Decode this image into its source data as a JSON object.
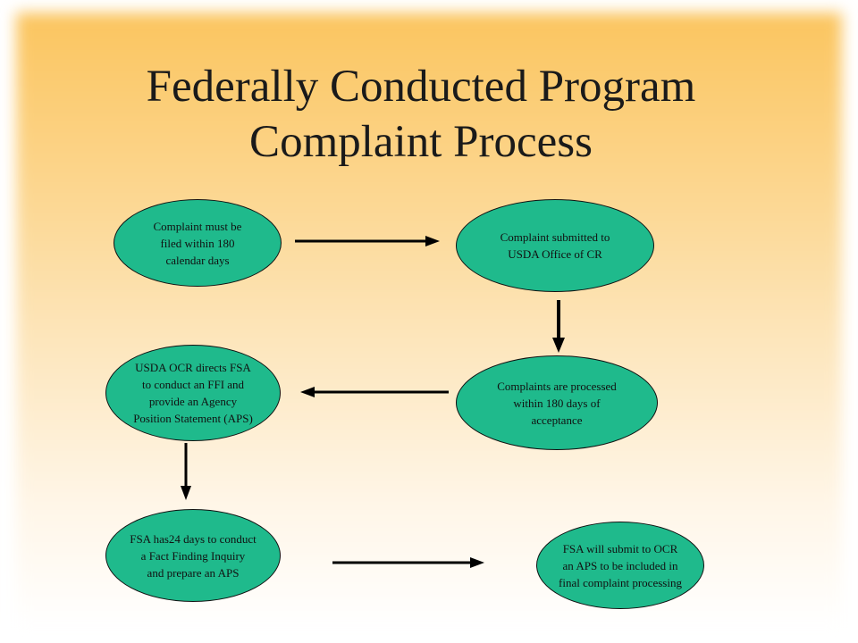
{
  "slide": {
    "title_line1": "Federally Conducted Program",
    "title_line2": "Complaint Process"
  },
  "nodes": {
    "filed": "Complaint must be\nfiled within 180\ncalendar days",
    "submitted": "Complaint submitted to\nUSDA Office of CR",
    "processed": "Complaints are processed\nwithin 180 days of\nacceptance",
    "directs": "USDA OCR directs FSA\nto conduct an FFI and\nprovide an Agency\nPosition Statement (APS)",
    "fsa_days": "FSA has24 days to conduct\na Fact Finding Inquiry\nand prepare an APS",
    "submit_ocr": "FSA will submit to OCR\nan APS to be included in\nfinal complaint processing"
  },
  "colors": {
    "node_fill": "#1fba8c",
    "arrow": "#000000",
    "background_top": "#fbc55f"
  }
}
